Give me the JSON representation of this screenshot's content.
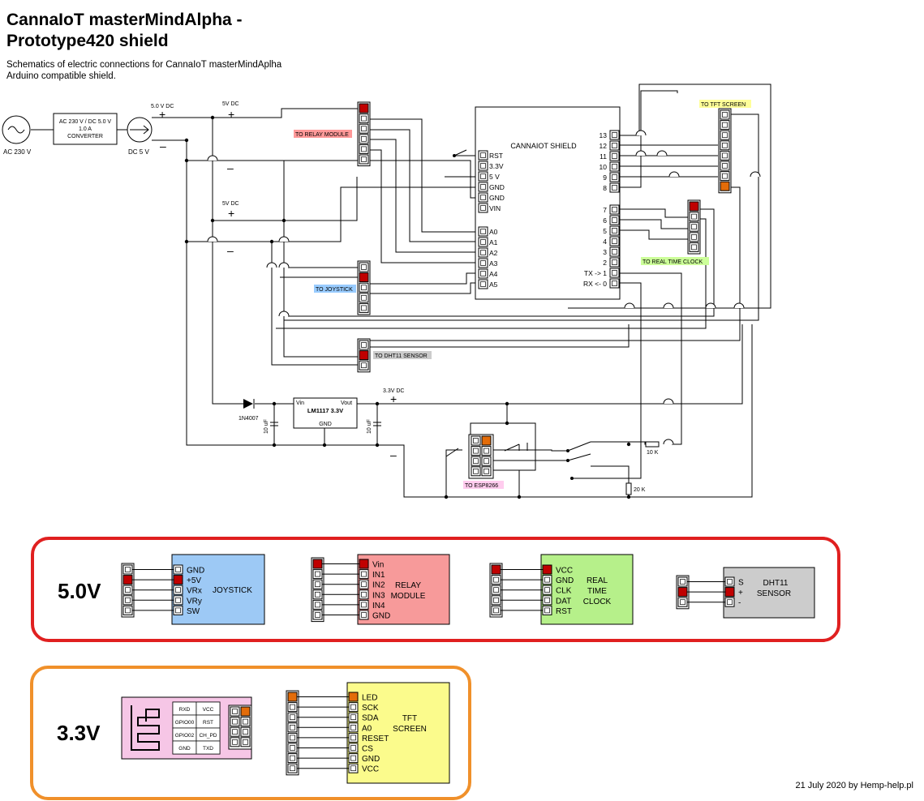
{
  "header": {
    "title_line1": "CannaIoT masterMindAlpha -",
    "title_line2": "Prototype420 shield",
    "subtitle_line1": "Schematics of electric connections for CannaIoT masterMindAplha",
    "subtitle_line2": "Arduino compatible shield."
  },
  "power": {
    "ac_label": "AC 230 V",
    "converter_lines": [
      "AC 230 V / DC  5.0 V",
      "1.0 A",
      "CONVERTER"
    ],
    "dc_label": "DC 5 V",
    "rail_5v0": "5.0 V DC",
    "rail_5v_a": "5V DC",
    "rail_5v_b": "5V DC",
    "rail_3v3": "3.3V DC",
    "plus": "+",
    "minus": "–"
  },
  "regulator": {
    "diode": "1N4007",
    "name": "LM1117 3.3V",
    "vin": "Vin",
    "vout": "Vout",
    "gnd": "GND",
    "cap1": "10 uF",
    "cap2": "10 uF"
  },
  "shield": {
    "title": "CANNAIOT SHIELD",
    "left_pins": [
      "RST",
      "3.3V",
      "5 V",
      "GND",
      "GND",
      "VIN"
    ],
    "analog_pins": [
      "A0",
      "A1",
      "A2",
      "A3",
      "A4",
      "A5"
    ],
    "right_pins_top": [
      "13",
      "12",
      "11",
      "10",
      "9",
      "8"
    ],
    "right_pins_bottom": [
      "7",
      "6",
      "5",
      "4",
      "3",
      "2",
      "TX -> 1",
      "RX <- 0"
    ]
  },
  "connectors": {
    "relay": "TO RELAY MODULE",
    "joystick": "TO JOYSTICK",
    "dht": "TO DHT11 SENSOR",
    "tft": "TO TFT SCREEN",
    "rtc": "TO REAL TIME CLOCK",
    "esp": "TO ESP8266"
  },
  "resistors": {
    "r1": "10 K",
    "r2": "20 K"
  },
  "legend_5v": {
    "voltage": "5.0V",
    "joystick": {
      "pins": [
        "GND",
        "+5V",
        "VRx",
        "VRy",
        "SW"
      ],
      "name": "JOYSTICK"
    },
    "relay": {
      "pins": [
        "Vin",
        "IN1",
        "IN2",
        "IN3",
        "IN4",
        "GND"
      ],
      "name": [
        "RELAY",
        "MODULE"
      ]
    },
    "rtc": {
      "pins": [
        "VCC",
        "GND",
        "CLK",
        "DAT",
        "RST"
      ],
      "name": [
        "REAL",
        "TIME",
        "CLOCK"
      ]
    },
    "dht": {
      "pins": [
        "S",
        "+",
        "-"
      ],
      "name": [
        "DHT11",
        "SENSOR"
      ]
    }
  },
  "legend_3v3": {
    "voltage": "3.3V",
    "esp": {
      "cells": [
        "RXD",
        "VCC",
        "GPIO00",
        "RST",
        "GPIO02",
        "CH_PD",
        "GND",
        "TXD"
      ]
    },
    "tft": {
      "pins": [
        "LED",
        "SCK",
        "SDA",
        "A0",
        "RESET",
        "CS",
        "GND",
        "VCC"
      ],
      "name": [
        "TFT",
        "SCREEN"
      ]
    }
  },
  "footer": "21 July 2020 by Hemp-help.pl",
  "colors": {
    "pin_red": "#c00000",
    "pin_orange": "#e36c09",
    "frame_red": "#e02020",
    "frame_orange": "#f0902a",
    "joystick_fill": "#9dc9f5",
    "relay_fill": "#f79a9a",
    "rtc_fill": "#b6f08a",
    "dht_fill": "#cccccc",
    "esp_fill": "#f6c6e6",
    "tft_fill": "#fbfb8c",
    "tag_yellow": "#ffff99",
    "tag_green": "#ccff99",
    "tag_blue": "#99ccff",
    "tag_red": "#ff9999",
    "tag_pink": "#ffccee"
  }
}
